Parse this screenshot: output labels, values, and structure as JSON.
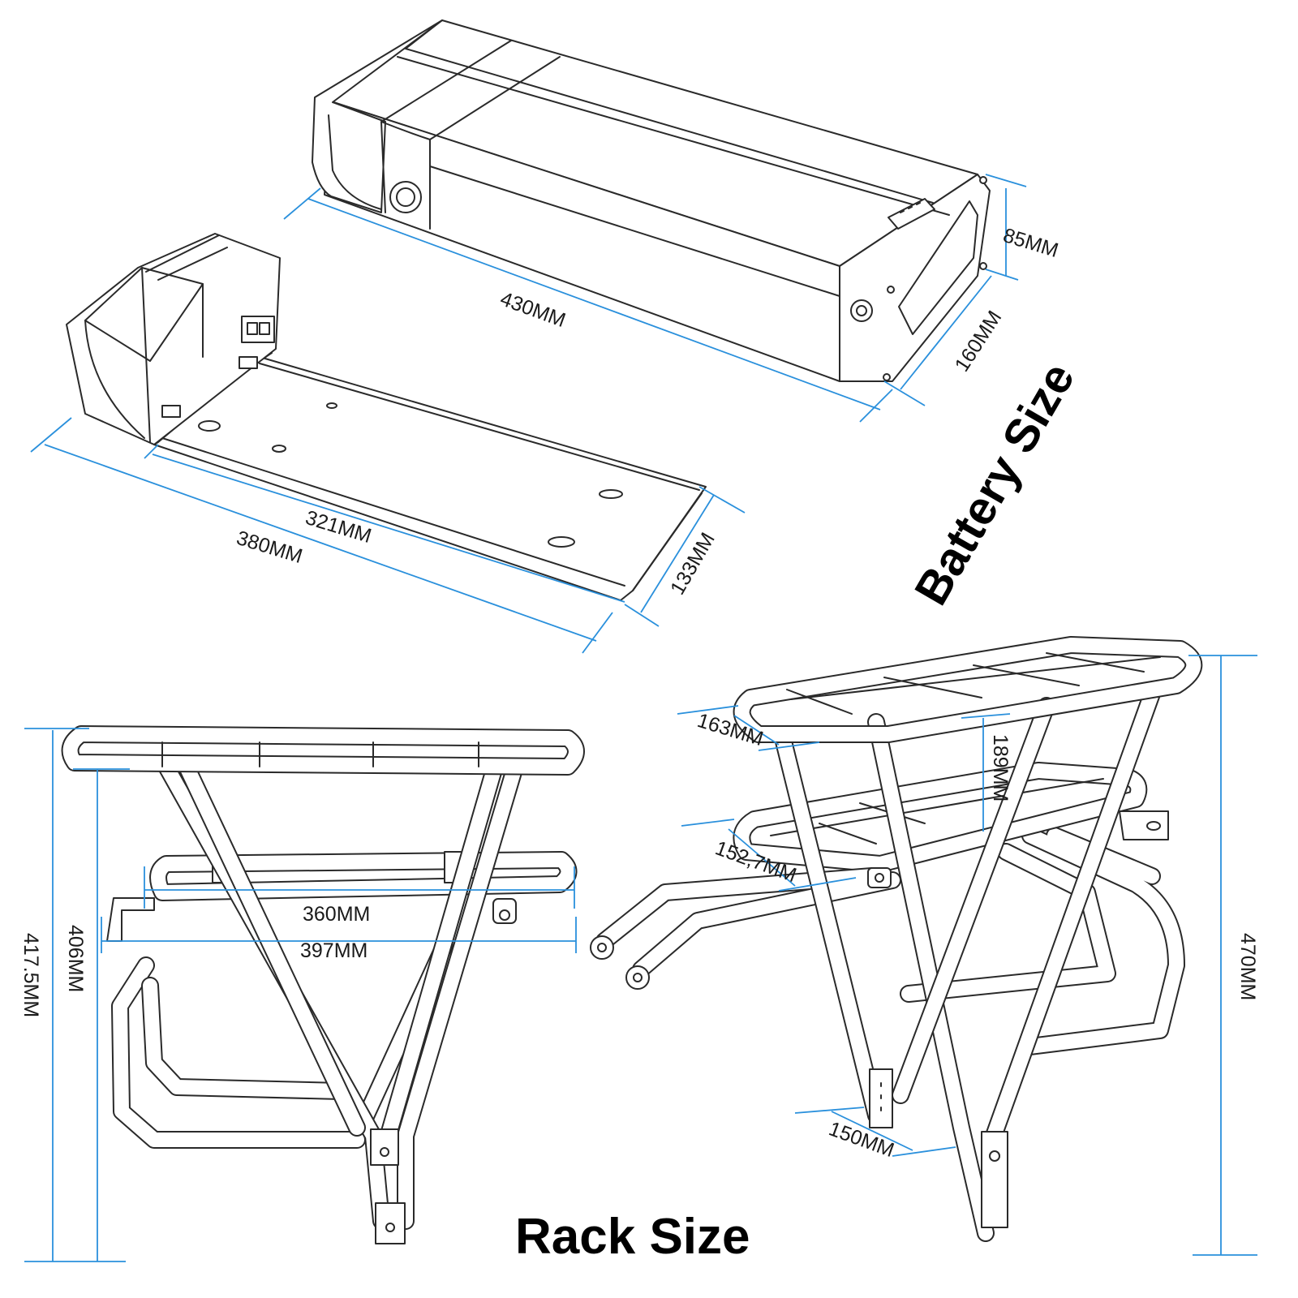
{
  "titles": {
    "battery": "Battery Size",
    "rack": "Rack Size"
  },
  "battery": {
    "length": "430MM",
    "height": "85MM",
    "width": "160MM"
  },
  "base": {
    "inner_length": "321MM",
    "outer_length": "380MM",
    "width": "133MM"
  },
  "rack_front": {
    "inner_width": "360MM",
    "outer_width": "397MM",
    "height_inner": "406MM",
    "height_outer": "417.5MM"
  },
  "rack_iso": {
    "top_width": "163MM",
    "deck_gap": "189MM",
    "lower_width": "152,7MM",
    "foot_width": "150MM",
    "total_height": "470MM"
  },
  "colors": {
    "dimension_line": "#2a90dc",
    "outline": "#2a2a2a",
    "text": "#000000"
  }
}
